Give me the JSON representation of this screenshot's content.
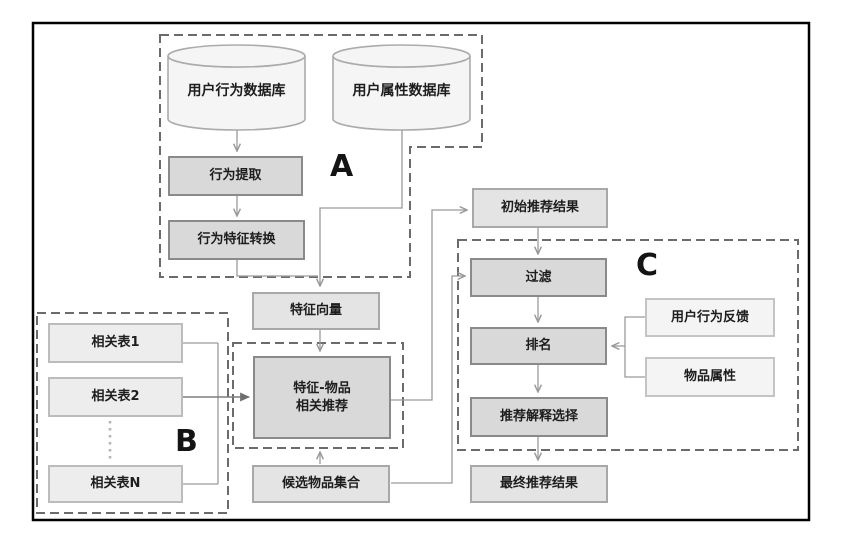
{
  "diagram": {
    "title": "recommendation-pipeline-flowchart",
    "groups": {
      "a_label": "A",
      "b_label": "B",
      "c_label": "C"
    },
    "databases": {
      "behavior_db": "用户行为数据库",
      "attribute_db": "用户属性数据库"
    },
    "nodes": {
      "behavior_extract": "行为提取",
      "behavior_feature_convert": "行为特征转换",
      "feature_vector": "特征向量",
      "related_table_1": "相关表1",
      "related_table_2": "相关表2",
      "related_table_n": "相关表N",
      "feature_item_rec_line1": "特征-物品",
      "feature_item_rec_line2": "相关推荐",
      "candidate_item_set": "候选物品集合",
      "initial_rec_result": "初始推荐结果",
      "filter": "过滤",
      "rank": "排名",
      "rec_explain_select": "推荐解释选择",
      "final_rec_result": "最终推荐结果",
      "user_behavior_feedback": "用户行为反馈",
      "item_attribute": "物品属性"
    },
    "colors": {
      "box_dark_fill": "#d9d9d9",
      "box_dark_border": "#8a8a8a",
      "box_mid_fill": "#e4e4e4",
      "box_mid_border": "#a8a8a8",
      "box_light_fill": "#ededed",
      "box_light_border": "#bcbcbc",
      "box_white_fill": "#f4f4f4",
      "box_white_border": "#c4c4c4",
      "line_color": "#9a9a9a",
      "dash_color": "#6b6b6b",
      "cylinder_fill": "#f5f5f5",
      "cylinder_border": "#ababab",
      "frame_color": "#000000"
    }
  }
}
